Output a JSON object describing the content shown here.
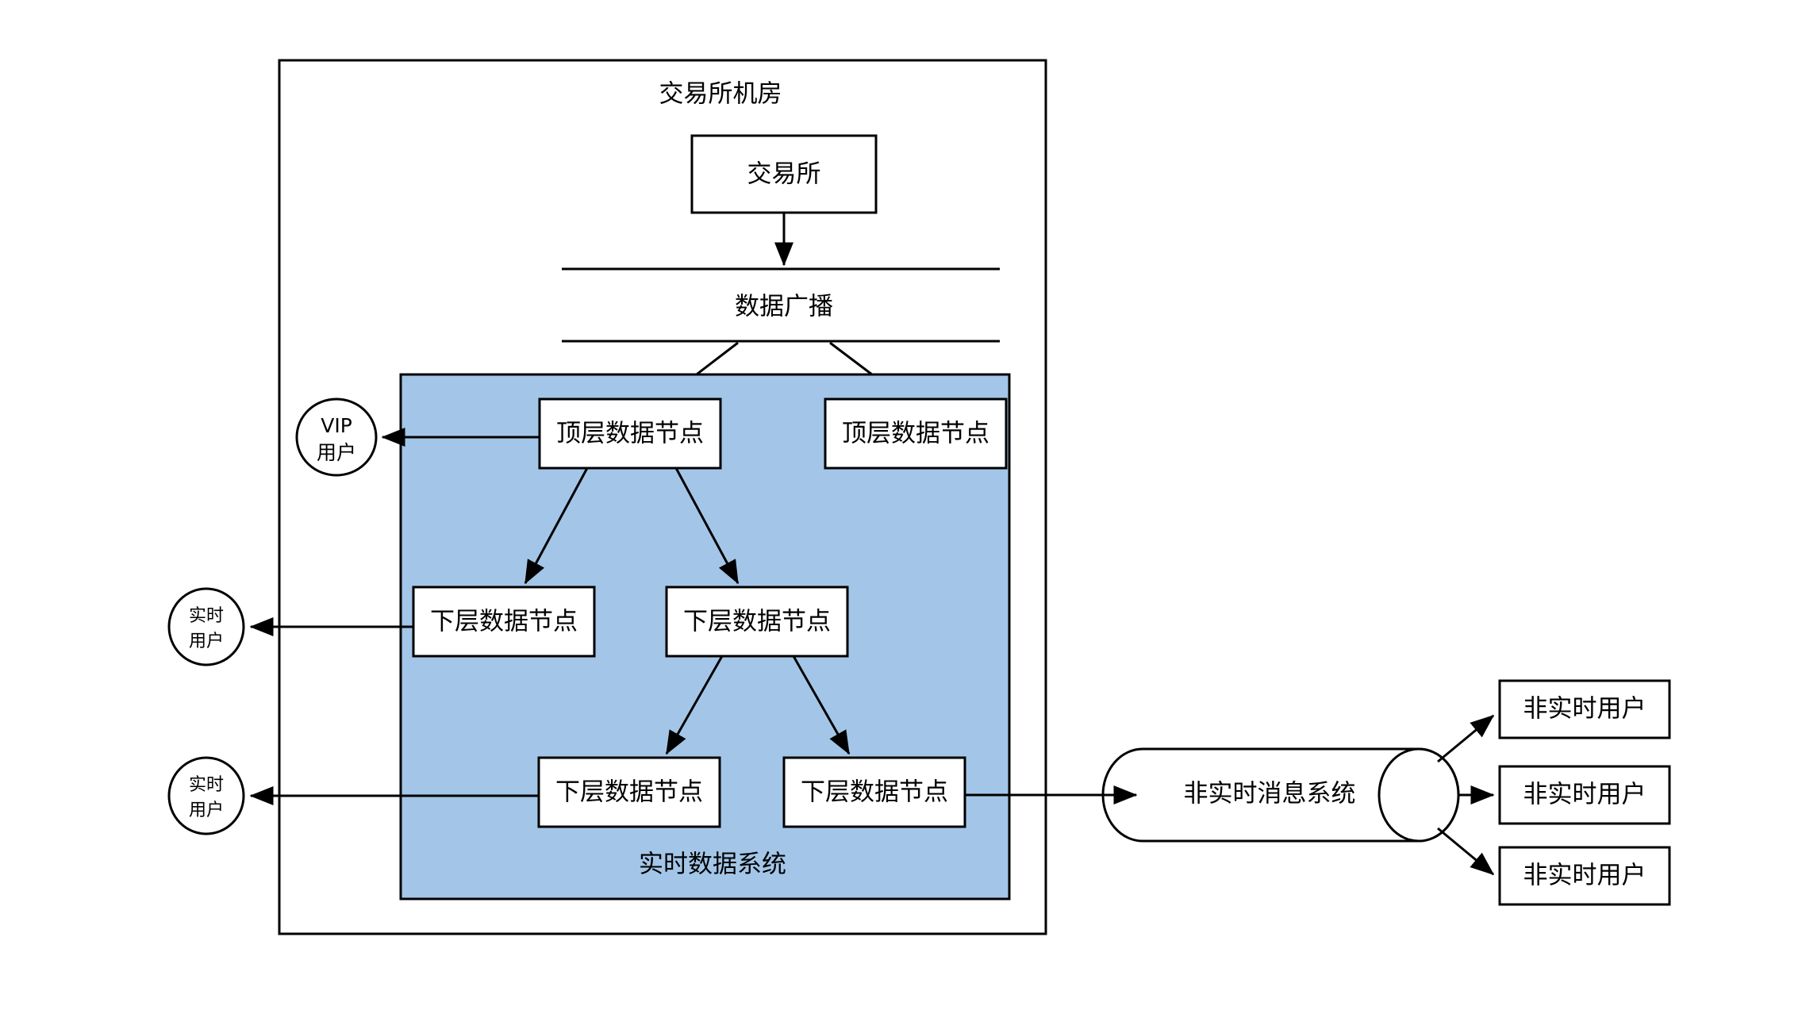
{
  "diagram": {
    "title": "交易所机房",
    "background_color": "#ffffff",
    "zone_fill_color": "#a3c6e8",
    "stroke_color": "#000000",
    "outer_container": {
      "label": "交易所机房"
    },
    "exchange_box": {
      "label": "交易所"
    },
    "broadcast": {
      "label": "数据广播"
    },
    "zone": {
      "label": "实时数据系统"
    },
    "nodes": {
      "top_left": "顶层数据节点",
      "top_right": "顶层数据节点",
      "mid_left": "下层数据节点",
      "mid_right": "下层数据节点",
      "bottom_left": "下层数据节点",
      "bottom_right": "下层数据节点"
    },
    "users": {
      "vip_line1": "VIP",
      "vip_line2": "用户",
      "realtime_upper_line1": "实时",
      "realtime_upper_line2": "用户",
      "realtime_lower_line1": "实时",
      "realtime_lower_line2": "用户"
    },
    "message_system": {
      "label": "非实时消息系统"
    },
    "non_realtime_users": [
      {
        "label": "非实时用户"
      },
      {
        "label": "非实时用户"
      },
      {
        "label": "非实时用户"
      }
    ]
  }
}
